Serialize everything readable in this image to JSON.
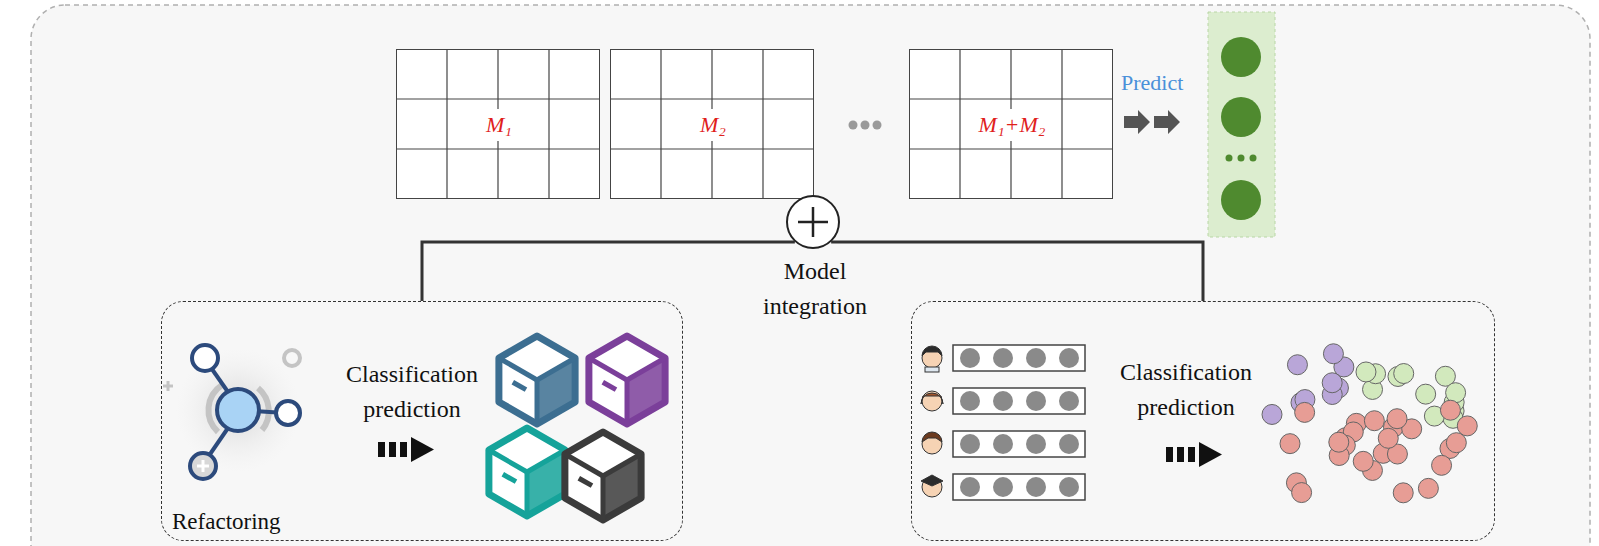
{
  "diagram": {
    "nodes": [
      {
        "text": [
          "M₁"
        ]
      },
      {
        "text": [
          "M₂"
        ]
      },
      {
        "text": [
          "M₁+M₂"
        ]
      },
      {
        "text": [
          "Model integration"
        ]
      },
      {
        "text": [
          "Classification prediction",
          "Refactoring"
        ]
      },
      {
        "text": [
          "Classification prediction"
        ]
      }
    ],
    "edges": [
      {
        "from": 4,
        "to": 3,
        "arrow": "none"
      },
      {
        "from": 5,
        "to": 3,
        "arrow": "none"
      }
    ],
    "labels": [
      "Predict"
    ]
  }
}
